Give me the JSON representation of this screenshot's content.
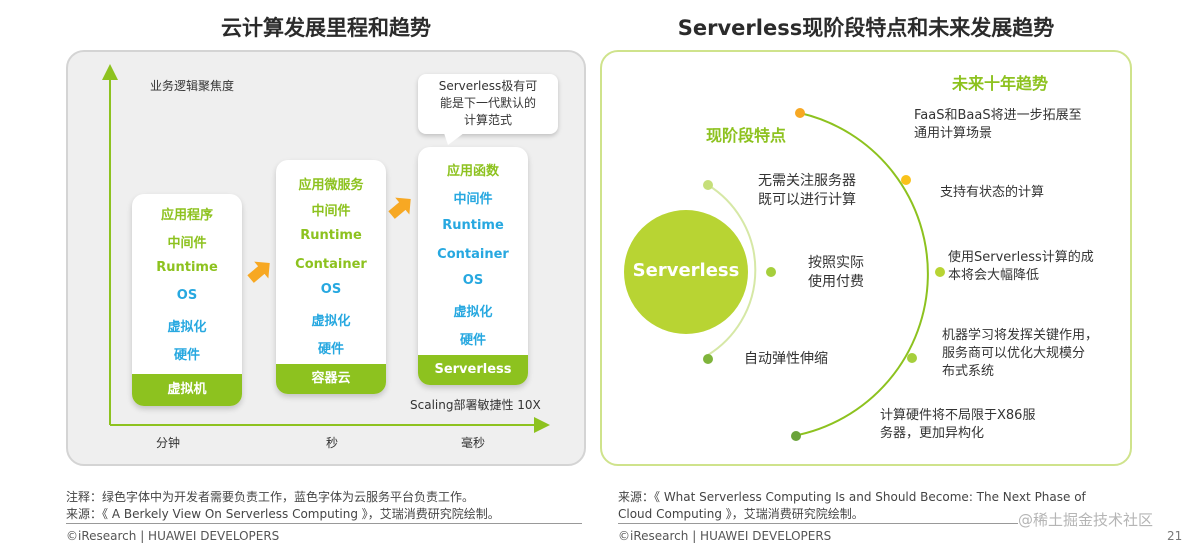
{
  "left": {
    "title": "云计算发展里程和趋势",
    "y_axis_label": "业务逻辑聚焦度",
    "x_axis_label": "Scaling部署敏捷性 10X",
    "x_ticks": [
      "分钟",
      "秒",
      "毫秒"
    ],
    "bubble_line1": "Serverless极有可",
    "bubble_line2": "能是下一代默认的",
    "bubble_line3": "计算范式",
    "cards": [
      {
        "layers": [
          {
            "text": "应用程序",
            "color": "green"
          },
          {
            "text": "中间件",
            "color": "green"
          },
          {
            "text": "Runtime",
            "color": "green"
          },
          {
            "text": "OS",
            "color": "blue"
          },
          {
            "text": "虚拟化",
            "color": "blue"
          },
          {
            "text": "硬件",
            "color": "blue"
          }
        ],
        "foot": "虚拟机"
      },
      {
        "layers": [
          {
            "text": "应用微服务",
            "color": "green"
          },
          {
            "text": "中间件",
            "color": "green"
          },
          {
            "text": "Runtime",
            "color": "green"
          },
          {
            "text": "Container",
            "color": "green"
          },
          {
            "text": "OS",
            "color": "blue"
          },
          {
            "text": "虚拟化",
            "color": "blue"
          },
          {
            "text": "硬件",
            "color": "blue"
          }
        ],
        "foot": "容器云"
      },
      {
        "layers": [
          {
            "text": "应用函数",
            "color": "green"
          },
          {
            "text": "中间件",
            "color": "blue"
          },
          {
            "text": "Runtime",
            "color": "blue"
          },
          {
            "text": "Container",
            "color": "blue"
          },
          {
            "text": "OS",
            "color": "blue"
          },
          {
            "text": "虚拟化",
            "color": "blue"
          },
          {
            "text": "硬件",
            "color": "blue"
          }
        ],
        "foot": "Serverless"
      }
    ]
  },
  "right": {
    "title": "Serverless现阶段特点和未来发展趋势",
    "center": "Serverless",
    "current_heading": "现阶段特点",
    "future_heading": "未来十年趋势",
    "current": [
      [
        "无需关注服务器",
        "既可以进行计算"
      ],
      [
        "按照实际",
        "使用付费"
      ],
      [
        "自动弹性伸缩"
      ]
    ],
    "future": [
      [
        "FaaS和BaaS将进一步拓展至",
        "通用计算场景"
      ],
      [
        "支持有状态的计算"
      ],
      [
        "使用Serverless计算的成",
        "本将会大幅降低"
      ],
      [
        "机器学习将发挥关键作用，",
        "服务商可以优化大规模分",
        "布式系统"
      ],
      [
        "计算硬件将不局限于X86服",
        "务器，更加异构化"
      ]
    ]
  },
  "notes": {
    "left_line1": "注释：绿色字体中为开发者需要负责工作，蓝色字体为云服务平台负责工作。",
    "left_line2": "来源：《 A Berkely View On Serverless Computing 》，艾瑞消费研究院绘制。",
    "right_line1": "来源：《 What Serverless Computing Is and Should Become: The Next Phase of",
    "right_line2": "Cloud Computing 》，艾瑞消费研究院绘制。"
  },
  "footer": {
    "left": "©iResearch | HUAWEI DEVELOPERS",
    "right": "©iResearch | HUAWEI DEVELOPERS",
    "watermark": "@稀土掘金技术社区",
    "page": "21"
  },
  "colors": {
    "green": "#8dc21f",
    "blue": "#27a8e0",
    "orange": "#f7a823",
    "yellow": "#f9c21a"
  }
}
